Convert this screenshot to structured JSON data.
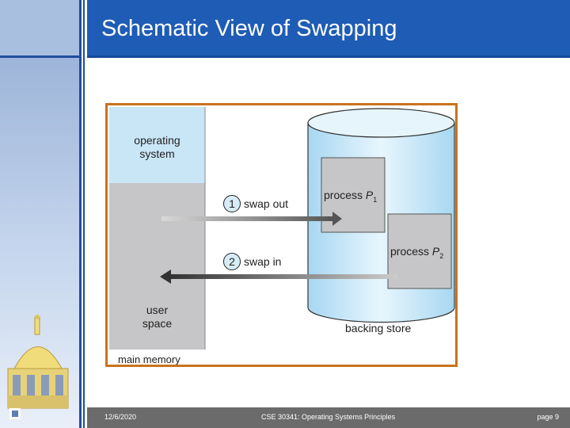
{
  "slide": {
    "title": "Schematic View of Swapping"
  },
  "footer": {
    "date": "12/6/2020",
    "course": "CSE 30341: Operating Systems Principles",
    "page": "page 9"
  },
  "diagram": {
    "os_line1": "operating",
    "os_line2": "system",
    "user_line1": "user",
    "user_line2": "space",
    "main_memory": "main memory",
    "backing_store": "backing store",
    "swap_out_num": "1",
    "swap_out": "swap out",
    "swap_in_num": "2",
    "swap_in": "swap in",
    "process_p1": "process",
    "p1_letter": "P",
    "p1_sub": "1",
    "process_p2": "process",
    "p2_letter": "P",
    "p2_sub": "2"
  },
  "colors": {
    "header": "#1f5cb5",
    "frame": "#c8731f",
    "os_region": "#c9e6f7",
    "user_region": "#c6c6c8",
    "cylinder": "#bfe3f6"
  }
}
